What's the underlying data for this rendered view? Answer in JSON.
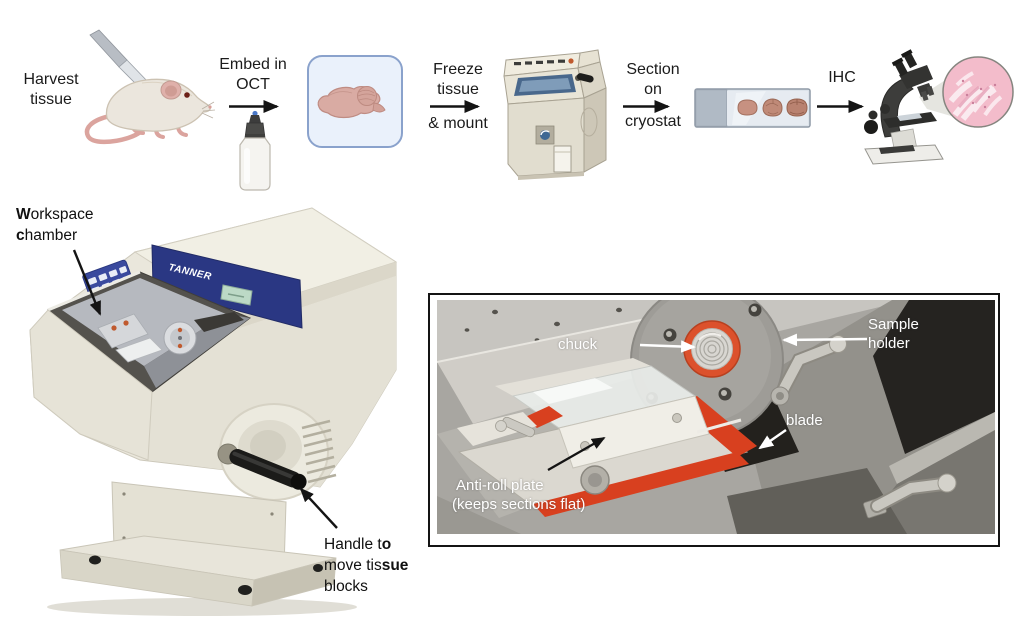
{
  "workflow": {
    "harvest": {
      "line1": "Harvest",
      "line2": "tissue"
    },
    "embed": {
      "line1": "Embed in",
      "line2": "OCT"
    },
    "freeze": {
      "line1": "Freeze",
      "line2": "tissue",
      "line3": "& mount"
    },
    "section": {
      "line1": "Section",
      "line2": "on",
      "line3": "cryostat"
    },
    "ihc": {
      "label": "IHC"
    }
  },
  "cryostat_photo": {
    "brand": "TANNER",
    "workspace_label": {
      "b1": "W",
      "r1": "orkspace",
      "b2": "c",
      "r2": "hamber"
    },
    "handle_label": {
      "l1": "Handle t",
      "l1b": "o",
      "l2": "move tis",
      "l2b": "sue",
      "l3": "blocks"
    }
  },
  "closeup_photo": {
    "chuck_label": "chuck",
    "sample_holder_line1": "Sample",
    "sample_holder_line2": "holder",
    "blade_label": "blade",
    "antiroll_line1": "Anti-roll plate",
    "antiroll_line2": "(keeps sections flat)"
  },
  "colors": {
    "brand_panel_navy": "#2a3783",
    "chuck_ring_orange": "#dc512c",
    "stage_frame_red": "#d8401f",
    "histology_pink": "#f3bccb",
    "tissue_box_fill": "#eaf1fb",
    "tissue_box_border": "#8aa2cc",
    "lcd_green": "#bcd9c6"
  }
}
